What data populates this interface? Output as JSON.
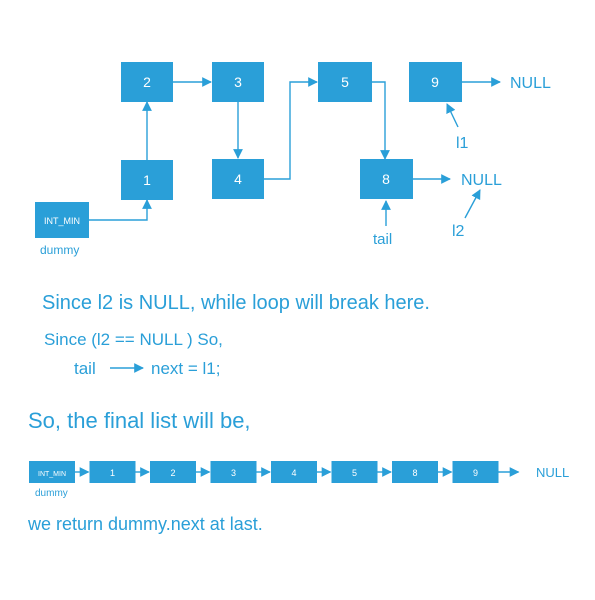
{
  "colors": {
    "accent": "#2a9fd8",
    "node_text": "#ffffff",
    "background": "#ffffff"
  },
  "top_diagram": {
    "nodes": {
      "n2": "2",
      "n3": "3",
      "n5": "5",
      "n9": "9",
      "n1": "1",
      "n4": "4",
      "n8": "8",
      "int_min": "INT_MIN"
    },
    "labels": {
      "null_l1": "NULL",
      "null_l2": "NULL",
      "l1": "l1",
      "l2": "l2",
      "tail": "tail",
      "dummy": "dummy"
    }
  },
  "text": {
    "break_note": "Since l2 is NULL, while loop will break here.",
    "since_line": "Since  (l2 == NULL ) So,",
    "tail_word": "tail",
    "next_expr": "next = l1;",
    "final_heading": "So, the final list will be,",
    "return_note": "we return dummy.next at last."
  },
  "final_list": {
    "nodes": [
      "INT_MIN",
      "1",
      "2",
      "3",
      "4",
      "5",
      "8",
      "9"
    ],
    "end_label": "NULL",
    "dummy_label": "dummy"
  }
}
